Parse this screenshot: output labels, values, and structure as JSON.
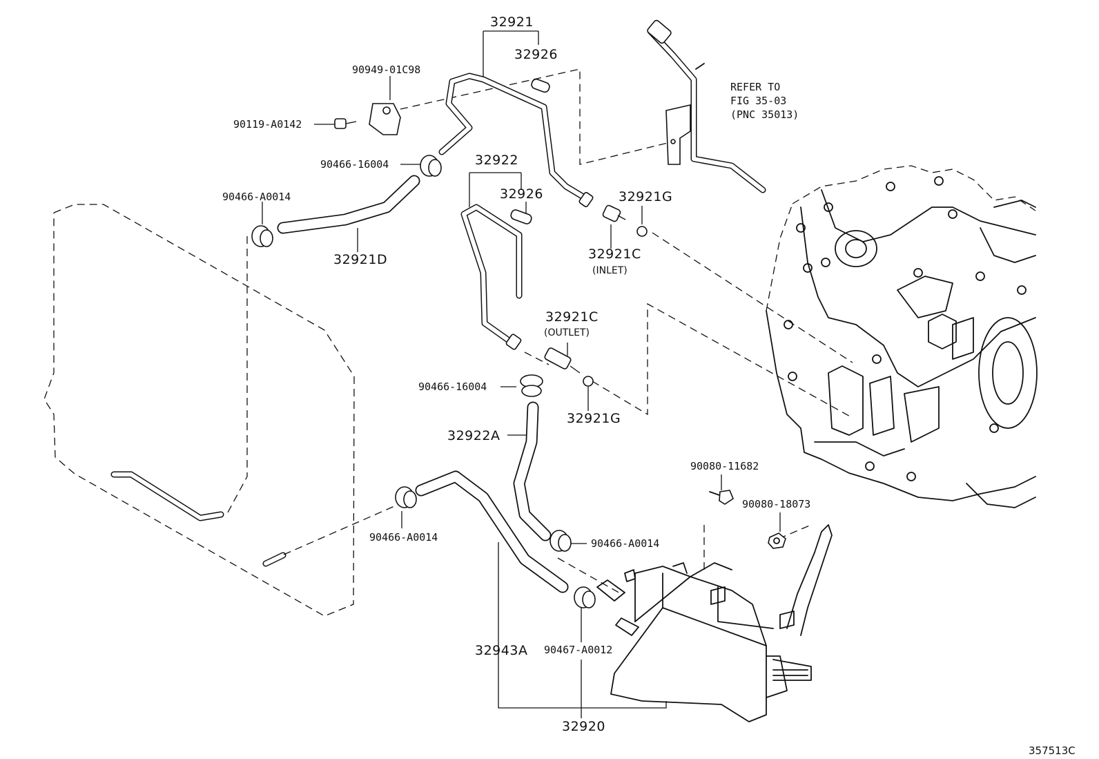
{
  "diagram": {
    "figure_code": "357513C",
    "refer_note": {
      "line1": "REFER TO",
      "line2": "FIG 35-03",
      "line3": "(PNC 35013)"
    },
    "part_labels": {
      "p32921": "32921",
      "p32926_top": "32926",
      "p90949": "90949-01C98",
      "p90119": "90119-A0142",
      "p90466_16004_top": "90466-16004",
      "p90466_A0014_left": "90466-A0014",
      "p32921D": "32921D",
      "p32922": "32922",
      "p32926_mid": "32926",
      "p32921G_top": "32921G",
      "p32921C_inlet": "32921C",
      "inlet_note": "(INLET)",
      "p32921C_outlet": "32921C",
      "outlet_note": "(OUTLET)",
      "p90466_16004_mid": "90466-16004",
      "p32921G_bottom": "32921G",
      "p32922A": "32922A",
      "p90080_11682": "90080-11682",
      "p90080_18073": "90080-18073",
      "p90466_A0014_bottom": "90466-A0014",
      "p90466_A0014_right": "90466-A0014",
      "p32943A": "32943A",
      "p90467_A0012": "90467-A0012",
      "p32920": "32920"
    }
  }
}
